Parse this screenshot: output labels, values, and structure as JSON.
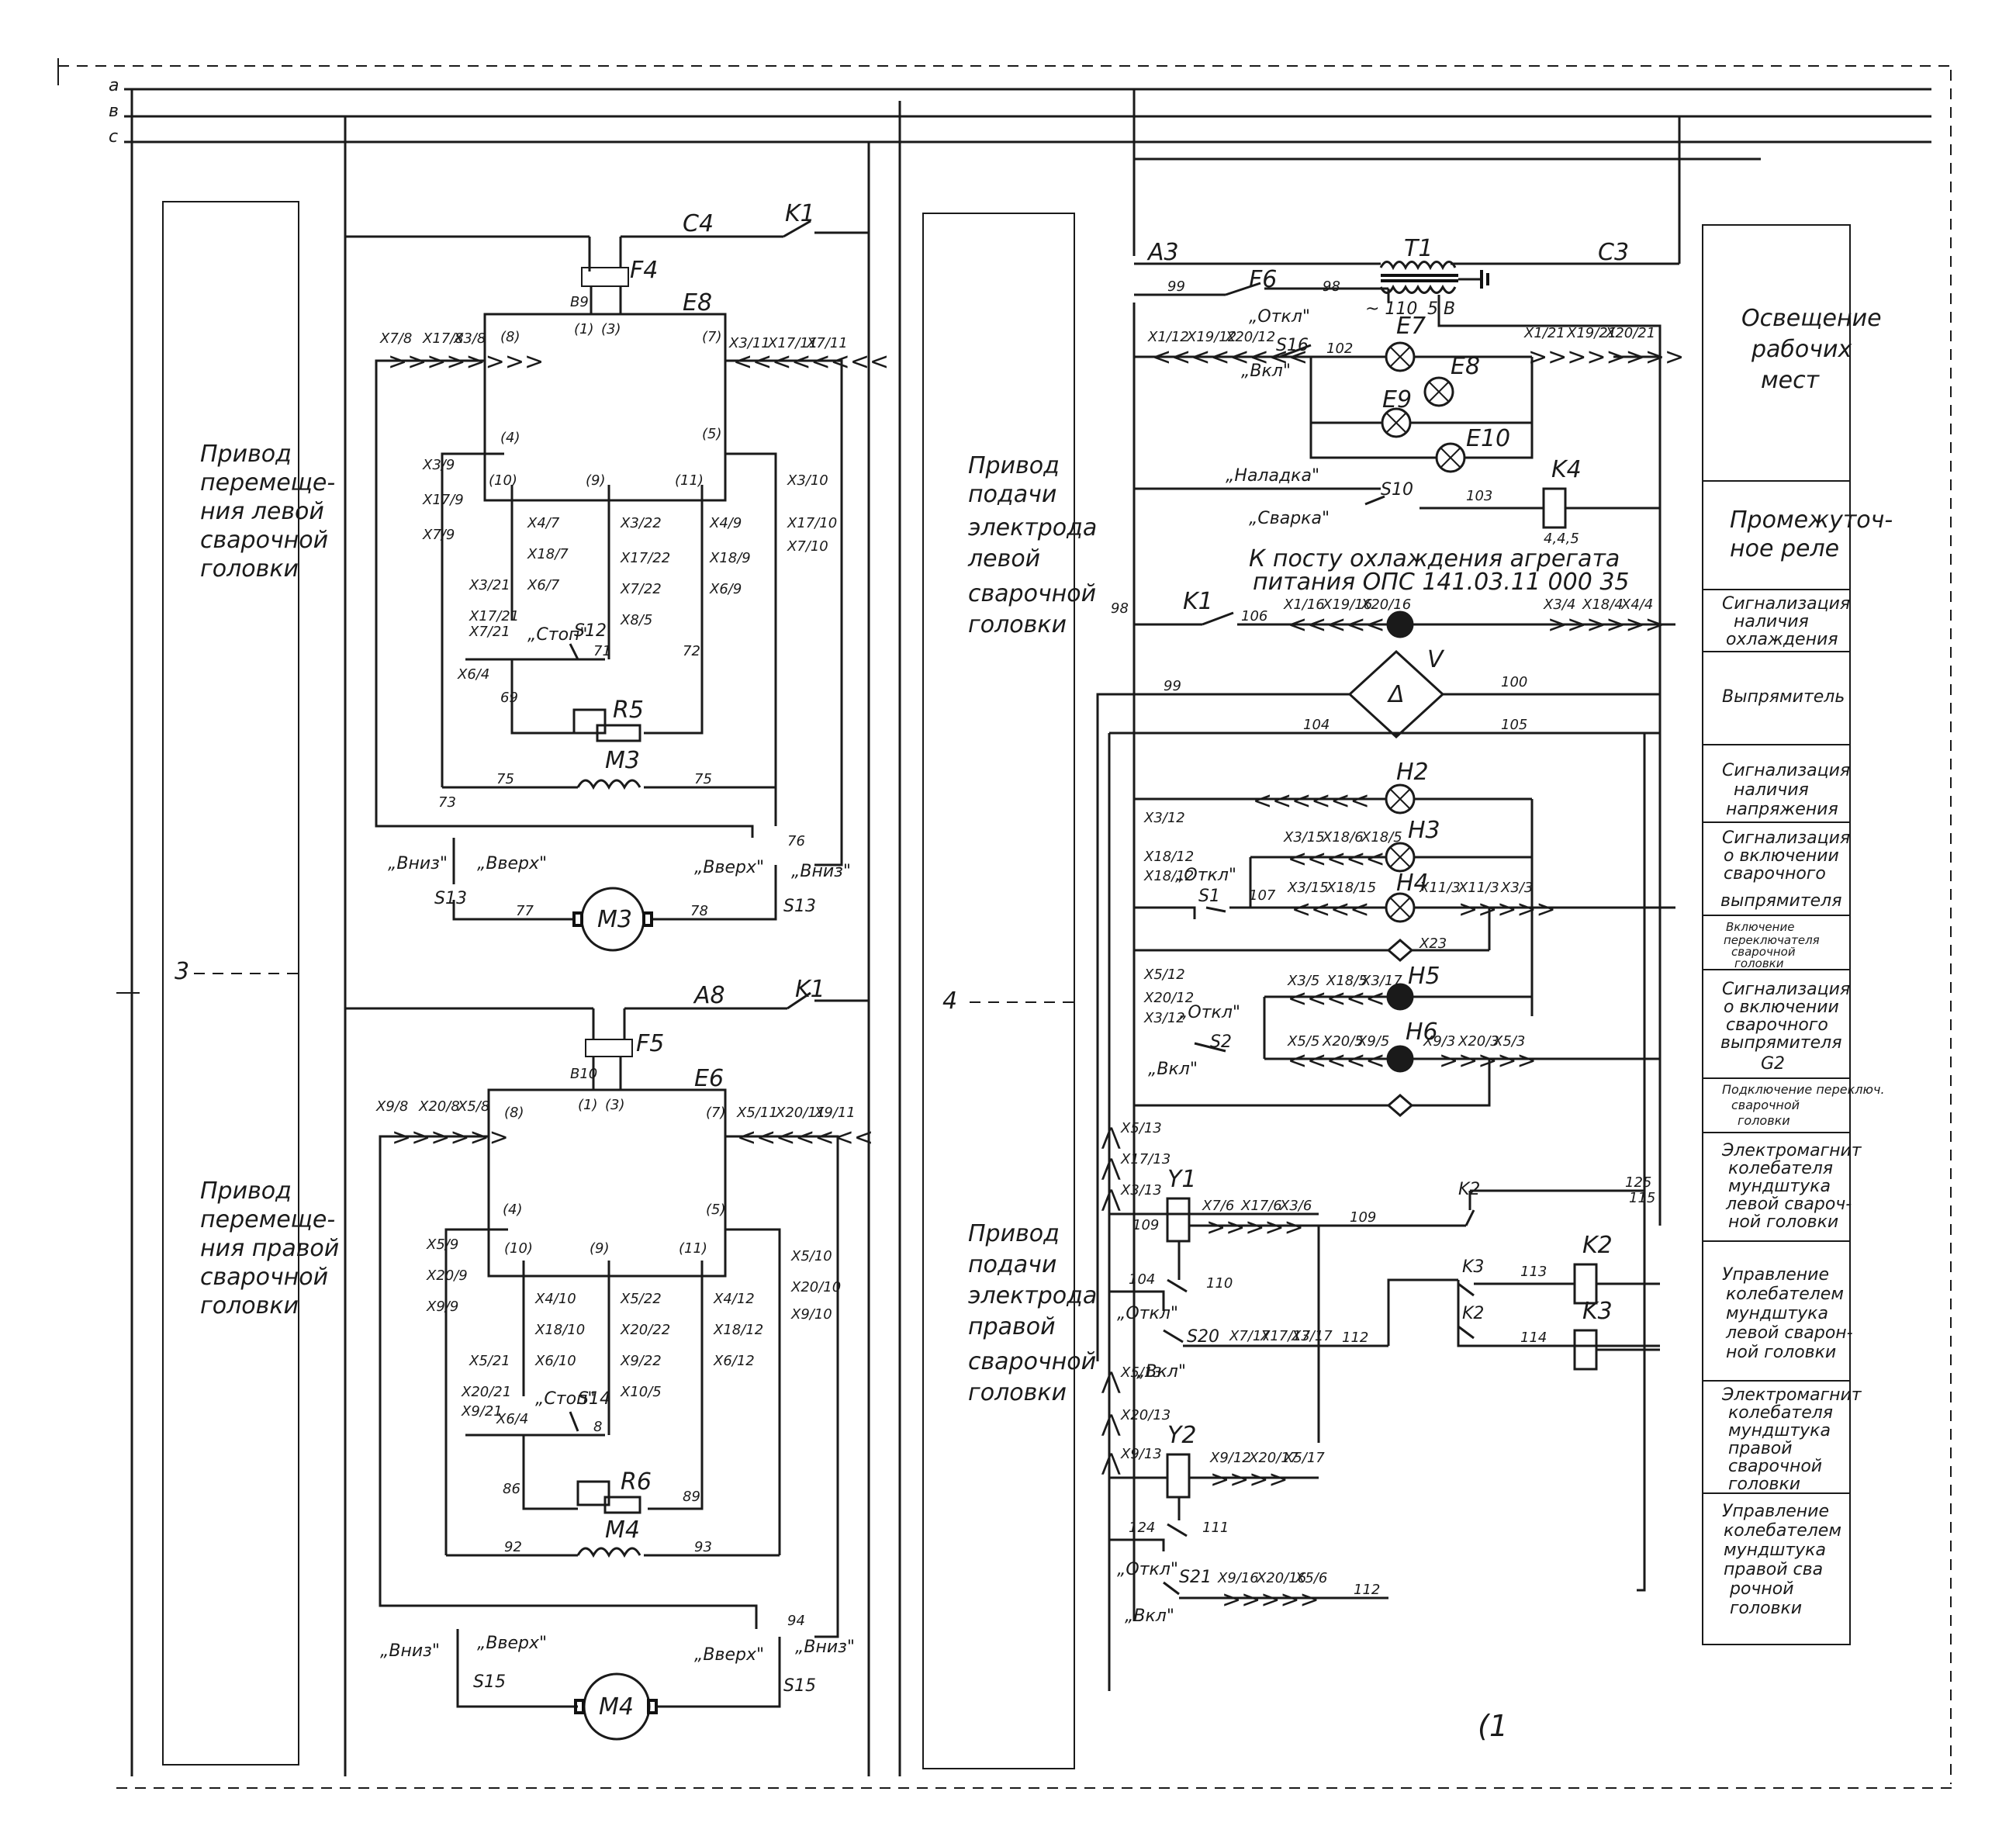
{
  "phases": [
    "a",
    "в",
    "с"
  ],
  "sections": {
    "left_top": [
      "Привод",
      "перемеще-",
      "ния левой",
      "сварочной",
      "головки"
    ],
    "left_bottom": [
      "Привод",
      "перемеще-",
      "ния правой",
      "сварочной",
      "головки"
    ],
    "mid_top": [
      "Привод",
      "подачи",
      "электрода",
      "левой",
      "сварочной",
      "головки"
    ],
    "mid_bottom": [
      "Привод",
      "подачи",
      "электрода",
      "правой",
      "сварочной",
      "головки"
    ]
  },
  "right_panel": [
    [
      "Освещение",
      "рабочих",
      "мест"
    ],
    [
      "Промежуточ-",
      "ное реле"
    ],
    [
      "Сигнализация",
      "наличия",
      "охлаждения"
    ],
    [
      "Выпрямитель"
    ],
    [
      "Сигнализация",
      "наличия",
      "напряжения"
    ],
    [
      "Сигнализация",
      "о включении",
      "сварочного",
      "выпрямителя"
    ],
    [
      "Включение",
      "переключателя",
      "сварочной",
      "головки"
    ],
    [
      "Сигнализация",
      "о включении",
      "сварочного",
      "выпрямителя",
      "G2"
    ],
    [
      "Подключение переключ.",
      "сварочной",
      "головки"
    ],
    [
      "Электромагнит",
      "колебателя",
      "мундштука",
      "левой свароч-",
      "ной головки"
    ],
    [
      "Управление",
      "колебателем",
      "мундштука",
      "левой сварон-",
      "ной головки"
    ],
    [
      "Электромагнит",
      "колебателя",
      "мундштука",
      "правой",
      "сварочной",
      "головки"
    ],
    [
      "Управление",
      "колебателем",
      "мундштука",
      "правой сва",
      "рочной",
      "головки"
    ]
  ],
  "note": [
    "К посту охлаждения агрегата",
    "питания ОПС 141.03.11 000 35"
  ],
  "components": {
    "m3": "M3",
    "m4": "M4",
    "m3_coil": "M3",
    "m4_coil": "M4",
    "f4": "F4",
    "f5": "F5",
    "e8": "E8",
    "e6": "E6",
    "r5": "R5",
    "r6": "R6",
    "s13": "S13",
    "s15": "S15",
    "s12": "S12",
    "s14": "S14",
    "k1": "K1",
    "k1b": "K1",
    "k1c": "K1",
    "t1": "T1",
    "c3": "C3",
    "c4": "C4",
    "a3": "A3",
    "a8": "A8",
    "f6": "F6",
    "s16": "S16",
    "s10": "S10",
    "s1": "S1",
    "s2": "S2",
    "s20": "S20",
    "s21": "S21",
    "e7": "E7",
    "e8b": "E8",
    "e9": "E9",
    "e10": "E10",
    "k4": "K4",
    "h2": "H2",
    "h3": "H3",
    "h4": "H4",
    "h5": "H5",
    "h6": "H6",
    "v": "V",
    "y1": "Y1",
    "y2": "Y2",
    "k2": "K2",
    "k3": "K3",
    "k2c": "K2",
    "k3c": "K3",
    "k2d": "K2"
  },
  "switch_labels": {
    "vniz": "„Вниз\"",
    "vverh": "„Вверх\"",
    "stop": "„Стоп\"",
    "otkl": "„Откл\"",
    "vkl": "„Вкл\"",
    "naladka": "„Наладка\"",
    "svarka": "„Сварка\""
  },
  "voltages": {
    "v110": "~ 110",
    "v5": "5 В"
  },
  "wires": {
    "w71": "71",
    "w72": "72",
    "w73": "73",
    "w75a": "75",
    "w75b": "75",
    "w76": "76",
    "w77": "77",
    "w78": "78",
    "w69": "69",
    "w89": "89",
    "w92": "92",
    "w93": "93",
    "w94": "94",
    "w86": "86",
    "w8": "8",
    "w98": "98",
    "w99": "99",
    "w99b": "99",
    "w98b": "98",
    "w100": "100",
    "w102": "102",
    "w103": "103",
    "w104": "104",
    "w105": "105",
    "w106": "106",
    "w107": "107",
    "w109": "109",
    "w109b": "109",
    "w110": "110",
    "w111": "111",
    "w112": "112",
    "w113": "113",
    "w114": "114",
    "w115": "115",
    "w124": "124",
    "w125": "125",
    "w104b": "104",
    "w112b": "112",
    "b9": "B9",
    "b10": "B10",
    "k45": "4,4,5",
    "x23": "X23"
  },
  "terms": {
    "t8": "(8)",
    "t1": "(1)",
    "t3": "(3)",
    "t7": "(7)",
    "t4": "(4)",
    "t5": "(5)",
    "t10": "(10)",
    "t9": "(9)",
    "t11": "(11)",
    "u8": "(8)",
    "u1": "(1)",
    "u3": "(3)",
    "u7": "(7)",
    "u4": "(4)",
    "u5": "(5)",
    "u10": "(10)",
    "u9": "(9)",
    "u11": "(11)"
  },
  "connectors": {
    "top_left": [
      "X7/8",
      "X17/8",
      "X3/8"
    ],
    "top_right": [
      "X3/11",
      "X17/11",
      "X7/11"
    ],
    "bot_left": [
      "X9/8",
      "X20/8",
      "X5/8"
    ],
    "bot_right": [
      "X5/11",
      "X20/11",
      "X9/11"
    ],
    "c1": [
      "X3/9",
      "X17/9",
      "X7/9"
    ],
    "c2": [
      "X4/7",
      "X18/7",
      "X6/7"
    ],
    "c3": [
      "X3/22",
      "X17/22",
      "X7/22",
      "X8/5"
    ],
    "c4": [
      "X4/9",
      "X18/9",
      "X6/9"
    ],
    "c5": [
      "X3/10",
      "X17/10",
      "X7/10"
    ],
    "c6": [
      "X3/21",
      "X17/21",
      "X7/21",
      "X6/4"
    ],
    "d1": [
      "X5/9",
      "X20/9",
      "X9/9"
    ],
    "d2": [
      "X4/10",
      "X18/10",
      "X6/10"
    ],
    "d3": [
      "X5/22",
      "X20/22",
      "X9/22",
      "X10/5"
    ],
    "d4": [
      "X4/12",
      "X18/12",
      "X6/12"
    ],
    "d5": [
      "X5/10",
      "X20/10",
      "X9/10"
    ],
    "d6": [
      "X5/21",
      "X20/21",
      "X9/21",
      "X6/4"
    ],
    "lamp_row": [
      "X1/12",
      "X19/12",
      "X20/12"
    ],
    "lamp_row_r": [
      "X1/21",
      "X19/21",
      "X20/21"
    ],
    "cool_l": [
      "X1/16",
      "X19/16",
      "X20/16"
    ],
    "cool_r": [
      "X3/4",
      "X18/4",
      "X4/4"
    ],
    "h3_l": [
      "X3/15",
      "X18/6",
      "X18/5"
    ],
    "h4_l": [
      "X3/15",
      "X18/15"
    ],
    "h4_r": [
      "X11/3",
      "X11/3",
      "X3/3"
    ],
    "h5_l": [
      "X3/5",
      "X18/5",
      "X3/17"
    ],
    "h6_l": [
      "X5/5",
      "X20/5",
      "X9/5"
    ],
    "h6_r": [
      "X9/3",
      "X20/3",
      "X5/3"
    ],
    "side1": [
      "X3/12",
      "X18/12",
      "X18/12"
    ],
    "side2": [
      "X5/12",
      "X20/12",
      "X3/12"
    ],
    "side3": [
      "X5/13",
      "X17/13",
      "X3/13"
    ],
    "y1_r": [
      "X7/6",
      "X17/6",
      "X3/6"
    ],
    "s20_r": [
      "X7/17",
      "X17/17",
      "X3/17"
    ],
    "side4": [
      "X5/13",
      "X20/13",
      "X9/13"
    ],
    "y2_r": [
      "X9/12",
      "X20/17",
      "X5/17"
    ],
    "s21_r": [
      "X9/16",
      "X20/16",
      "X5/6"
    ]
  },
  "markers": {
    "m3": "3",
    "m4": "4",
    "page": "(1"
  }
}
